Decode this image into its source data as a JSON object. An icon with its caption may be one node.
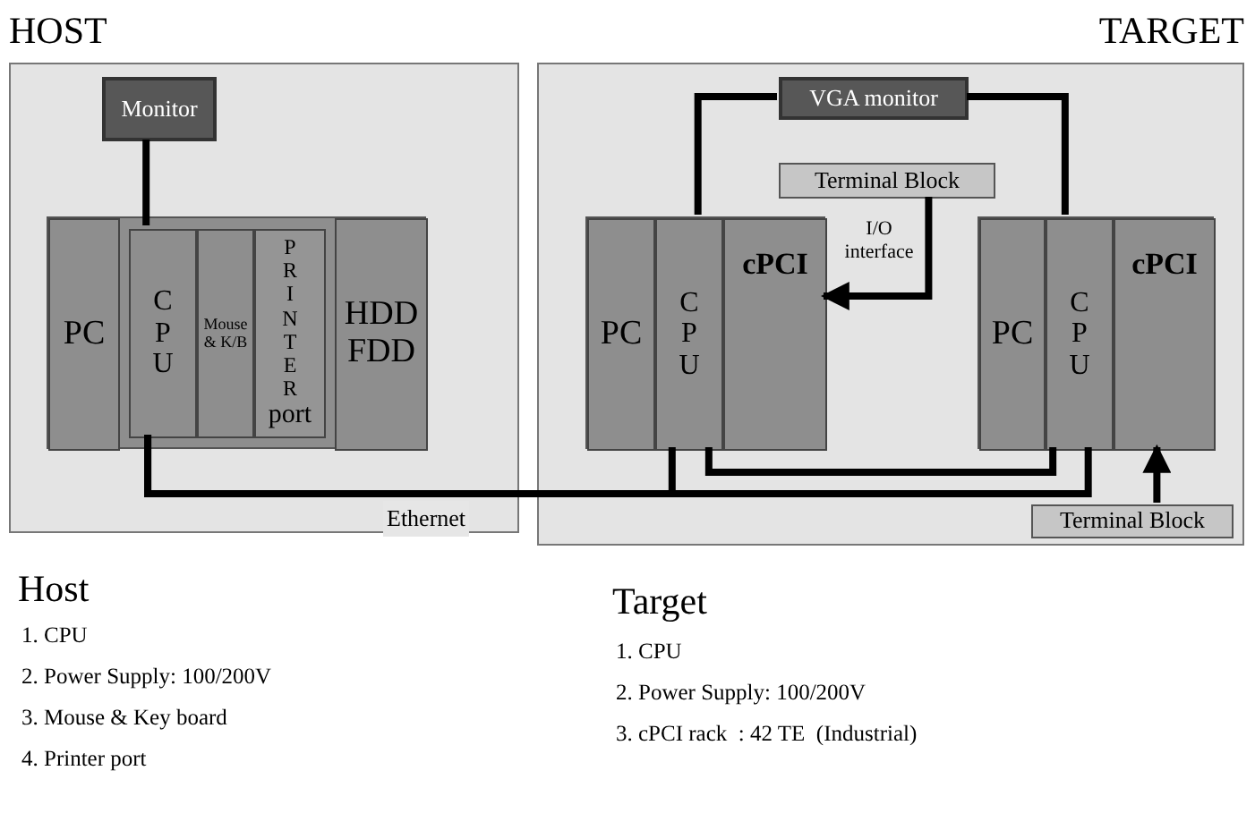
{
  "diagram": {
    "nodes": [
      {
        "text": [
          "HOST"
        ]
      },
      {
        "text": [
          "Monitor"
        ],
        "in": 0
      },
      {
        "text": [],
        "shape": "box",
        "in": 0
      },
      {
        "text": [
          "PC"
        ],
        "in": 2
      },
      {
        "text": [
          "CPU"
        ],
        "in": 2
      },
      {
        "text": [
          "Mouse & K/B"
        ],
        "in": 2
      },
      {
        "text": [
          "PRINTER",
          "port"
        ],
        "in": 2
      },
      {
        "text": [
          "HDD FDD"
        ],
        "in": 2
      },
      {
        "text": [
          "TARGET"
        ]
      },
      {
        "text": [
          "VGA monitor"
        ],
        "in": 8
      },
      {
        "text": [
          "Terminal Block"
        ],
        "in": 8
      },
      {
        "text": [],
        "shape": "box",
        "in": 8
      },
      {
        "text": [
          "PC"
        ],
        "in": 11
      },
      {
        "text": [
          "CPU"
        ],
        "in": 11
      },
      {
        "text": [
          "cPCI"
        ],
        "in": 11
      },
      {
        "text": [],
        "shape": "box",
        "in": 8
      },
      {
        "text": [
          "PC"
        ],
        "in": 15
      },
      {
        "text": [
          "CPU"
        ],
        "in": 15
      },
      {
        "text": [
          "cPCI"
        ],
        "in": 15
      },
      {
        "text": [
          "Terminal Block"
        ],
        "in": 8
      }
    ],
    "edges": [
      {
        "from": 1,
        "to": 4,
        "arrow": "none"
      },
      {
        "from": 4,
        "to": 13,
        "arrow": "none",
        "label": "Ethernet"
      },
      {
        "from": 4,
        "to": 17,
        "arrow": "none"
      },
      {
        "from": 9,
        "to": 13,
        "arrow": "none"
      },
      {
        "from": 9,
        "to": 17,
        "arrow": "none"
      },
      {
        "from": 10,
        "to": 14,
        "arrow": "to",
        "label": "I/O interface"
      },
      {
        "from": 13,
        "to": 17,
        "arrow": "none"
      },
      {
        "from": 19,
        "to": 18,
        "arrow": "to"
      }
    ],
    "labels": [
      "Host",
      "1. CPU",
      "2. Power Supply: 100/200V",
      "3. Mouse & Key board",
      "4. Printer port",
      "Target",
      "1. CPU",
      "2. Power Supply: 100/200V",
      "3. cPCI rack  : 42 TE  (Industrial)"
    ]
  }
}
